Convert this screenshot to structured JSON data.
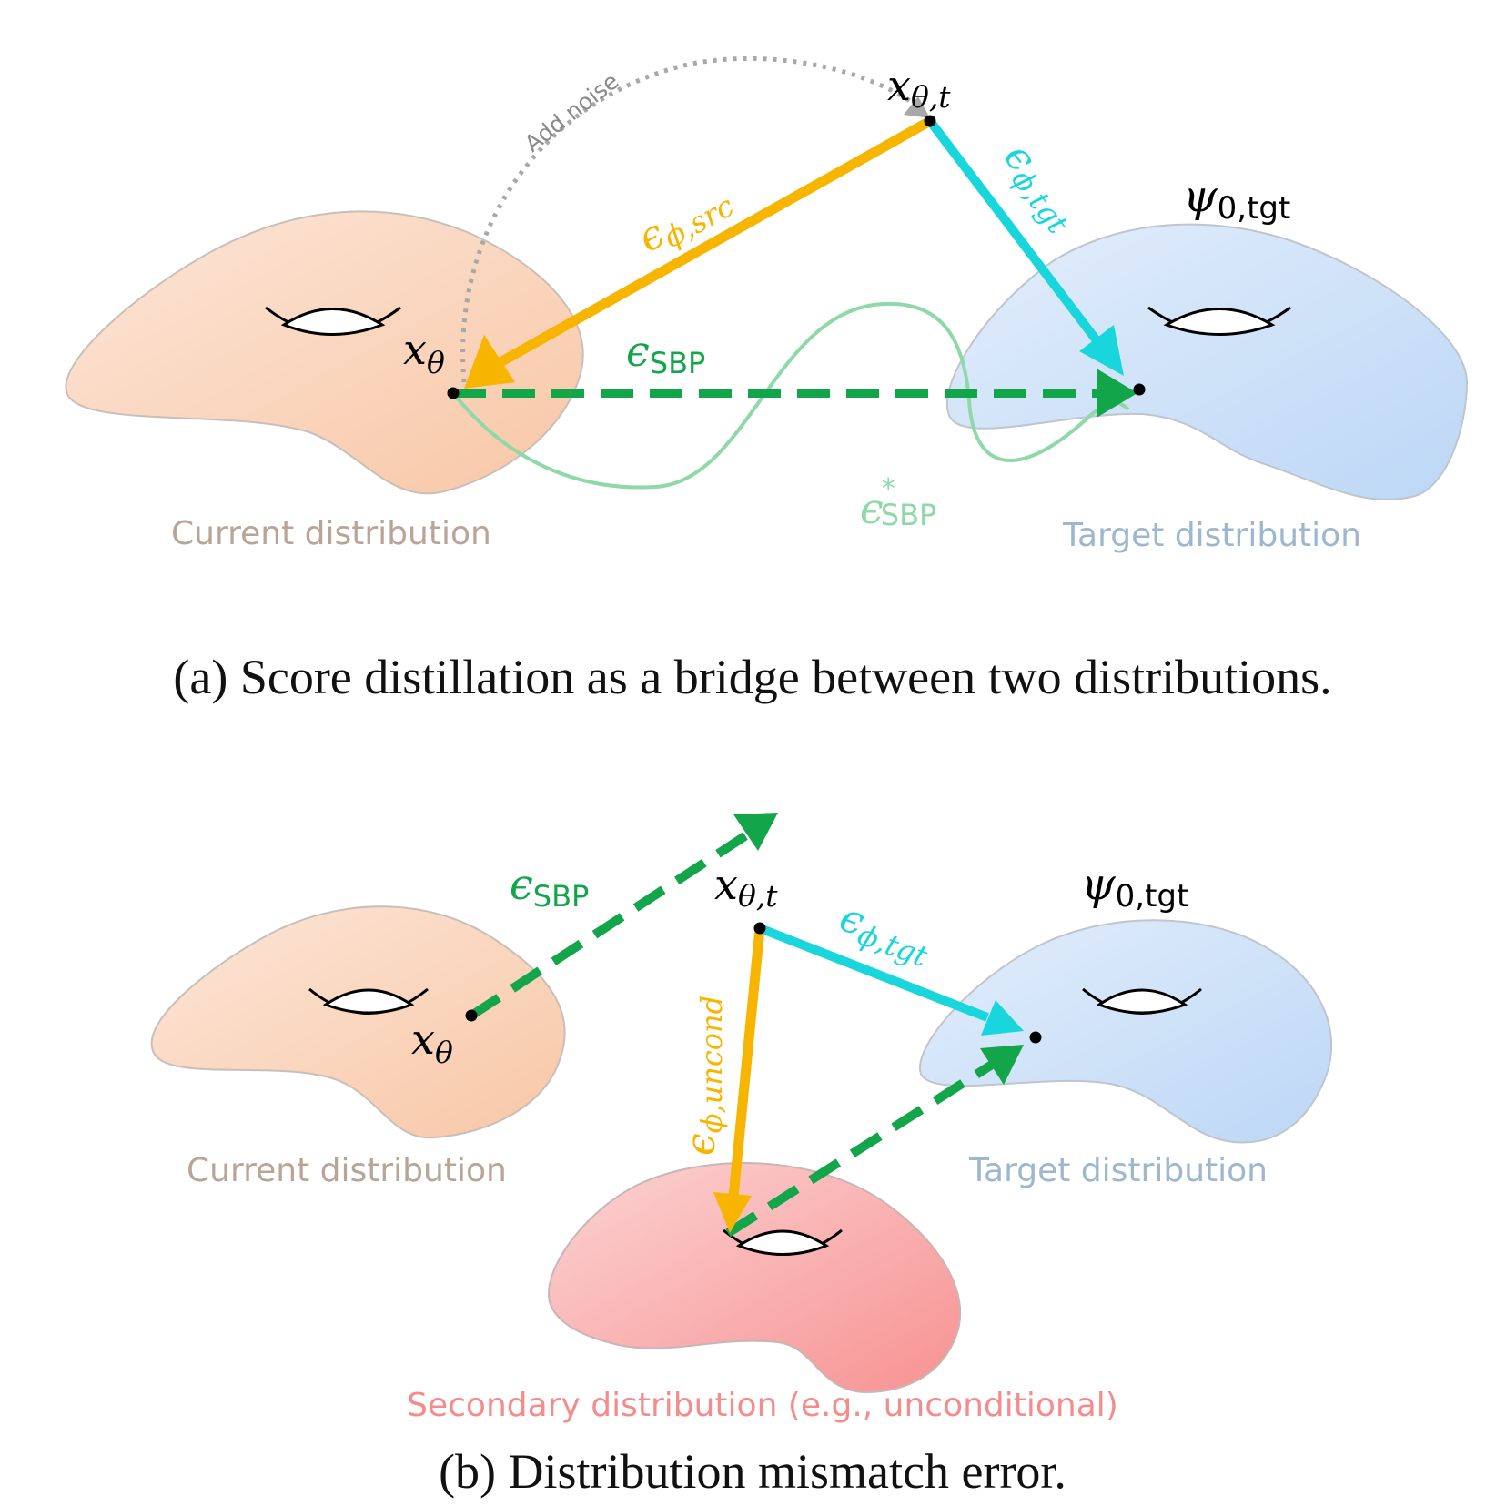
{
  "panel_a": {
    "caption": "(a) Score distillation as a bridge between two distributions.",
    "add_noise": "Add noise",
    "x_theta_t": {
      "base": "x",
      "sub": "θ,t"
    },
    "x_theta": {
      "base": "x",
      "sub": "θ"
    },
    "psi": {
      "base": "ψ",
      "sub": "0,tgt"
    },
    "eps_src": {
      "base": "ϵ",
      "sub": "ϕ,src"
    },
    "eps_tgt": {
      "base": "ϵ",
      "sub": "ϕ,tgt"
    },
    "eps_sbp": {
      "base": "ϵ",
      "sub": "SBP"
    },
    "eps_sbp_star": {
      "base": "ϵ",
      "sup": "*",
      "sub": "SBP"
    },
    "current_label": "Current distribution",
    "target_label": "Target distribution"
  },
  "panel_b": {
    "caption": "(b) Distribution mismatch error.",
    "x_theta_t": {
      "base": "x",
      "sub": "θ,t"
    },
    "x_theta": {
      "base": "x",
      "sub": "θ"
    },
    "psi": {
      "base": "ψ",
      "sub": "0,tgt"
    },
    "eps_sbp": {
      "base": "ϵ",
      "sub": "SBP"
    },
    "eps_tgt": {
      "base": "ϵ",
      "sub": "ϕ,tgt"
    },
    "eps_uncond": {
      "base": "ϵ",
      "sub": "ϕ,uncond"
    },
    "current_label": "Current distribution",
    "target_label": "Target distribution",
    "secondary_label": "Secondary distribution (e.g., unconditional)"
  },
  "colors": {
    "orange_arrow": "#F8B500",
    "cyan_arrow": "#19D6DC",
    "green_arrow": "#12A54A",
    "green_light": "#8FD8A8",
    "current_text": "#B9A498",
    "target_text": "#9DB7CE",
    "secondary_text": "#F58C8C",
    "noise_arrow": "#A8A8A8"
  }
}
